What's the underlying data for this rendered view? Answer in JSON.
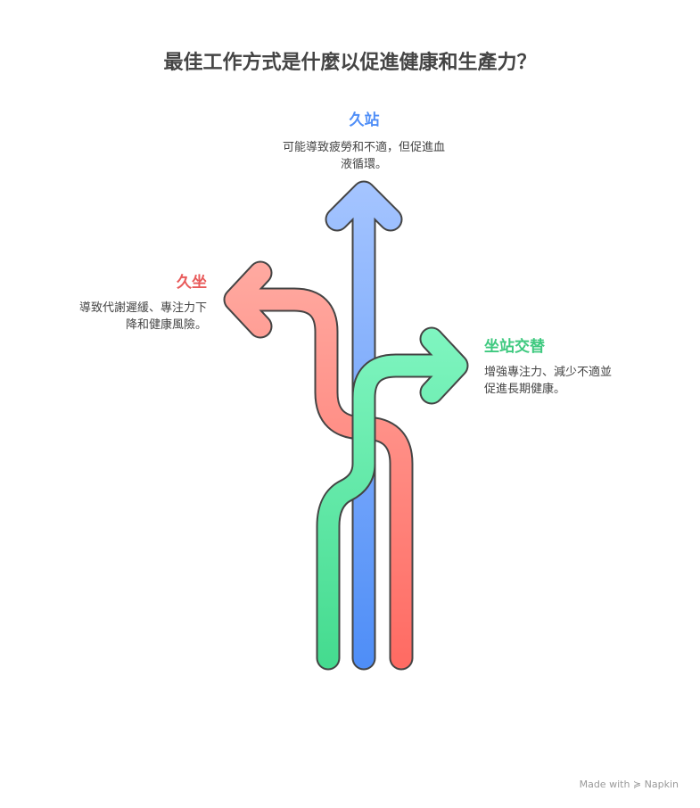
{
  "title": "最佳工作方式是什麼以促進健康和生產力？",
  "options": [
    {
      "label": "久站",
      "description_lines": [
        "可能導致疲勞和不適，但促進血",
        "液循環。"
      ],
      "color": "#4f8ef7"
    },
    {
      "label": "久坐",
      "description_lines": [
        "導致代謝遲緩、專注力下",
        "降和健康風險。"
      ],
      "color": "#e85a5a"
    },
    {
      "label": "坐站交替",
      "description_lines": [
        "增強專注力、減少不適並",
        "促進長期健康。"
      ],
      "color": "#3ec97f"
    }
  ],
  "footer": {
    "made_with": "Made with",
    "brand": "Napkin"
  }
}
